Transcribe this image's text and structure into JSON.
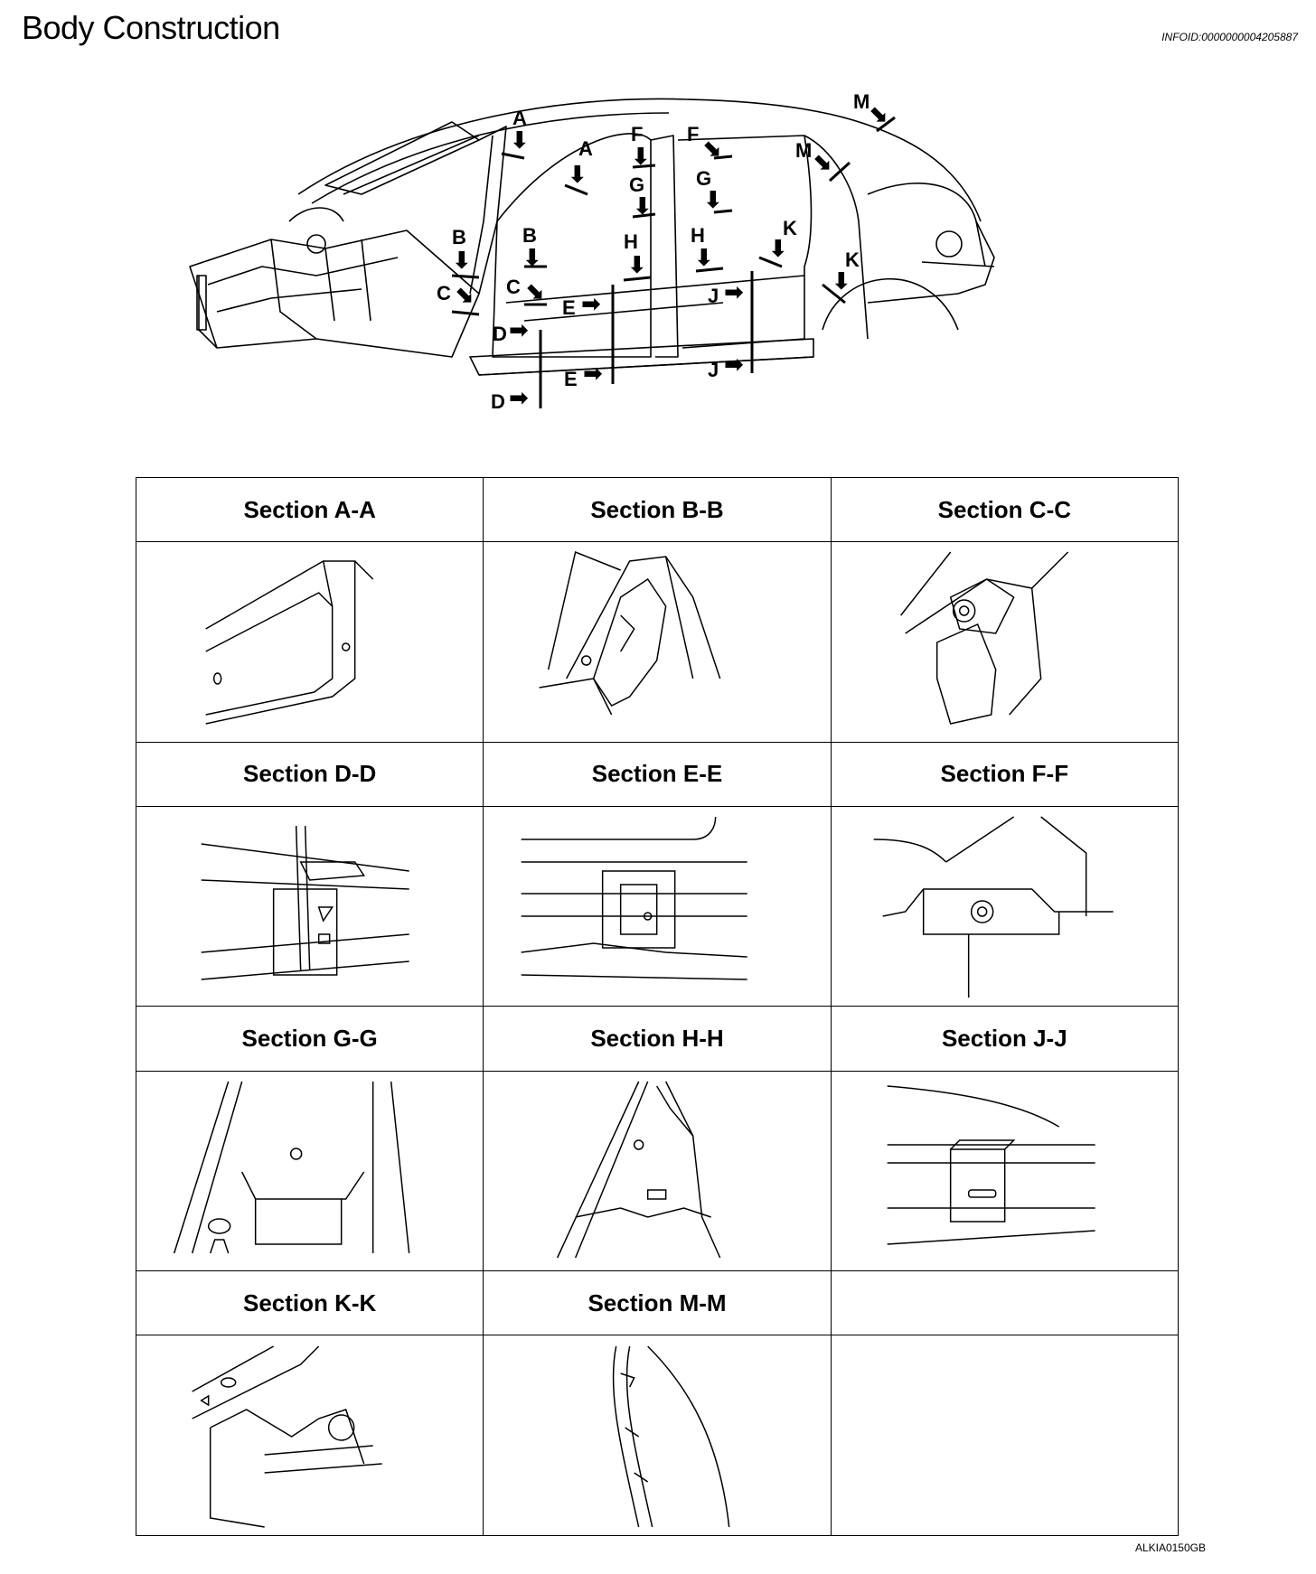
{
  "header": {
    "title": "Body Construction",
    "info_id": "INFOID:0000000004205887"
  },
  "callouts": [
    "A",
    "A",
    "B",
    "B",
    "C",
    "C",
    "D",
    "D",
    "E",
    "E",
    "F",
    "F",
    "G",
    "G",
    "H",
    "H",
    "J",
    "J",
    "K",
    "K",
    "M",
    "M"
  ],
  "sections": [
    {
      "label": "Section A-A"
    },
    {
      "label": "Section B-B"
    },
    {
      "label": "Section C-C"
    },
    {
      "label": "Section D-D"
    },
    {
      "label": "Section E-E"
    },
    {
      "label": "Section F-F"
    },
    {
      "label": "Section G-G"
    },
    {
      "label": "Section H-H"
    },
    {
      "label": "Section J-J"
    },
    {
      "label": "Section  K-K"
    },
    {
      "label": "Section M-M"
    },
    {
      "label": ""
    }
  ],
  "footer": {
    "figure_code": "ALKIA0150GB"
  }
}
